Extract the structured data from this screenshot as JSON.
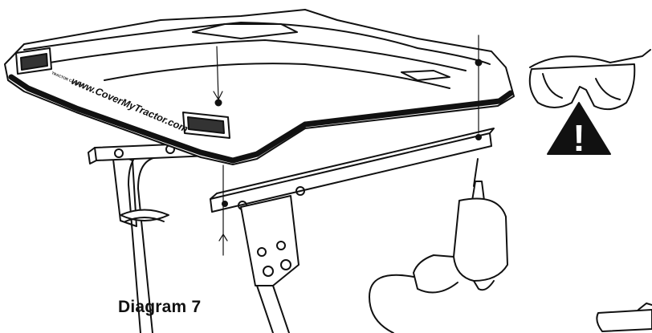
{
  "diagram": {
    "caption": "Diagram 7",
    "canopy_brand_text": "www.CoverMyTractor.com",
    "logo_text": "TRACTOR CANOPY",
    "warning_symbol": "!",
    "icons": [
      "safety-glasses-icon",
      "warning-triangle-icon",
      "power-drill-icon"
    ],
    "colors": {
      "line": "#111111",
      "canopy_fill": "#ffffff",
      "warning_fill": "#111111"
    }
  }
}
